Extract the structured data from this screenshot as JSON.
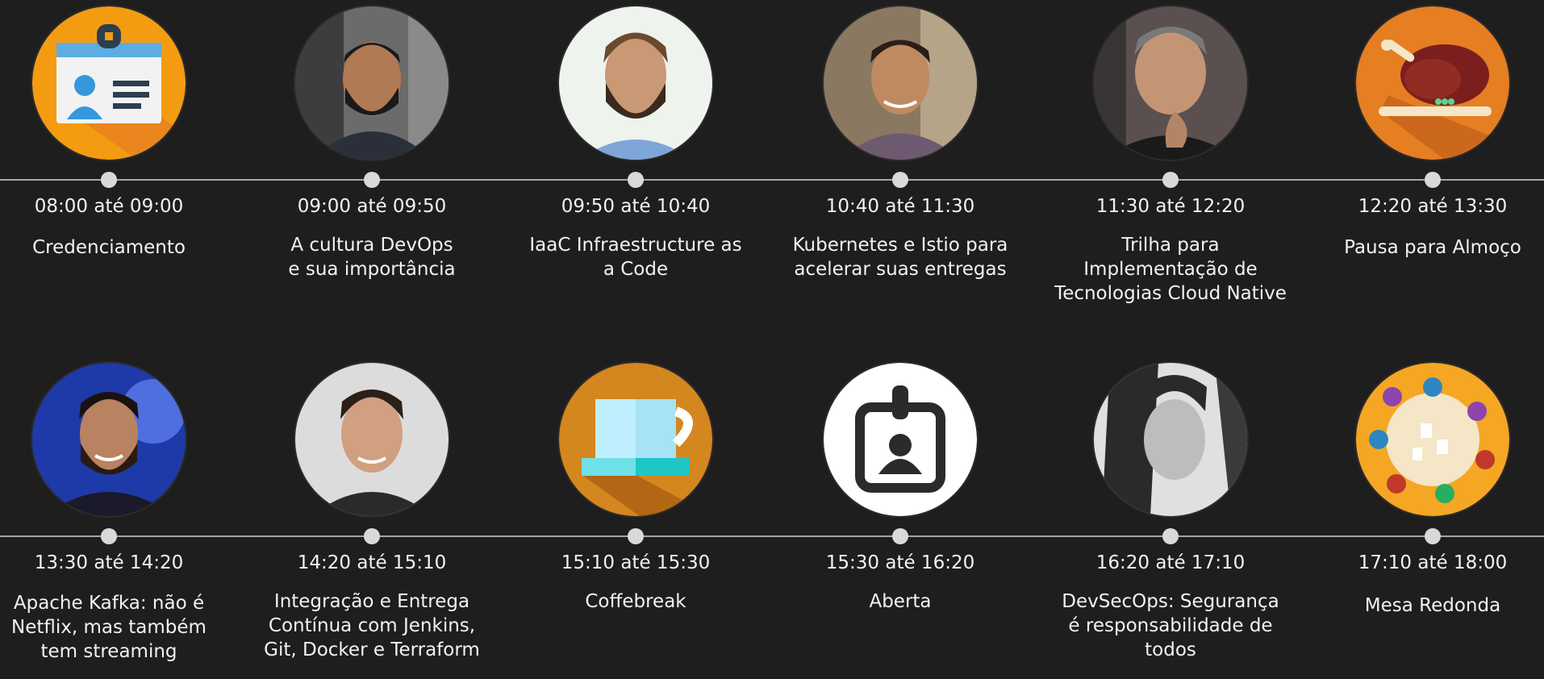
{
  "rows": [
    {
      "items": [
        {
          "time": "08:00 até 09:00",
          "title": "Credenciamento",
          "icon": "badge-icon",
          "color": "#f39c12"
        },
        {
          "time": "09:00 até 09:50",
          "title": "A cultura DevOps\ne sua importância",
          "icon": "speaker-photo",
          "color": "#5a5a5a"
        },
        {
          "time": "09:50 até 10:40",
          "title": "IaaC Infraestructure as\na Code",
          "icon": "speaker-photo",
          "color": "#eef3ee"
        },
        {
          "time": "10:40 até 11:30",
          "title": "Kubernetes e Istio para\nacelerar suas entregas",
          "icon": "speaker-photo",
          "color": "#7a6a55"
        },
        {
          "time": "11:30 até 12:20",
          "title": "Trilha para\nImplementação de\nTecnologias Cloud Native",
          "icon": "speaker-photo",
          "color": "#4a4040"
        },
        {
          "time": "12:20 até 13:30",
          "title": "Pausa para Almoço",
          "icon": "food-icon",
          "color": "#e67e22"
        }
      ]
    },
    {
      "items": [
        {
          "time": "13:30 até 14:20",
          "title": "Apache Kafka: não é\nNetflix, mas também\ntem streaming",
          "icon": "speaker-photo",
          "color": "#1e3aa8"
        },
        {
          "time": "14:20 até 15:10",
          "title": "Integração e Entrega\nContínua com Jenkins,\nGit, Docker e Terraform",
          "icon": "speaker-photo",
          "color": "#dcdcdc"
        },
        {
          "time": "15:10 até 15:30",
          "title": "Coffebreak",
          "icon": "coffee-icon",
          "color": "#d4861f"
        },
        {
          "time": "15:30 até 16:20",
          "title": "Aberta",
          "icon": "id-card-icon",
          "color": "#ffffff"
        },
        {
          "time": "16:20 até 17:10",
          "title": "DevSecOps: Segurança\né responsabilidade de\ntodos",
          "icon": "speaker-photo",
          "color": "#bdbdbd"
        },
        {
          "time": "17:10 até 18:00",
          "title": "Mesa Redonda",
          "icon": "meeting-icon",
          "color": "#f5a623"
        }
      ]
    }
  ]
}
